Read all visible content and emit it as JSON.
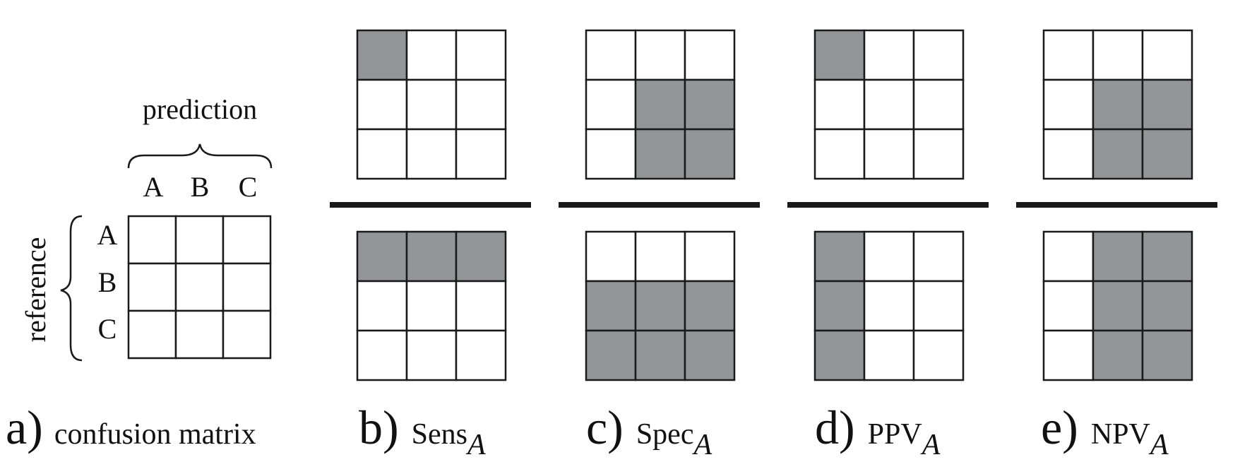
{
  "matrix": {
    "prediction_label": "prediction",
    "reference_label": "reference",
    "classes": [
      "A",
      "B",
      "C"
    ]
  },
  "panels": [
    {
      "letter": "a)",
      "name": "confusion matrix",
      "sub": ""
    },
    {
      "letter": "b)",
      "name": "Sens",
      "sub": "A",
      "numerator": [
        [
          1,
          0,
          0
        ],
        [
          0,
          0,
          0
        ],
        [
          0,
          0,
          0
        ]
      ],
      "denominator": [
        [
          1,
          1,
          1
        ],
        [
          0,
          0,
          0
        ],
        [
          0,
          0,
          0
        ]
      ]
    },
    {
      "letter": "c)",
      "name": "Spec",
      "sub": "A",
      "numerator": [
        [
          0,
          0,
          0
        ],
        [
          0,
          1,
          1
        ],
        [
          0,
          1,
          1
        ]
      ],
      "denominator": [
        [
          0,
          0,
          0
        ],
        [
          1,
          1,
          1
        ],
        [
          1,
          1,
          1
        ]
      ]
    },
    {
      "letter": "d)",
      "name": "PPV",
      "sub": "A",
      "numerator": [
        [
          1,
          0,
          0
        ],
        [
          0,
          0,
          0
        ],
        [
          0,
          0,
          0
        ]
      ],
      "denominator": [
        [
          1,
          0,
          0
        ],
        [
          1,
          0,
          0
        ],
        [
          1,
          0,
          0
        ]
      ]
    },
    {
      "letter": "e)",
      "name": "NPV",
      "sub": "A",
      "numerator": [
        [
          0,
          0,
          0
        ],
        [
          0,
          1,
          1
        ],
        [
          0,
          1,
          1
        ]
      ],
      "denominator": [
        [
          0,
          1,
          1
        ],
        [
          0,
          1,
          1
        ],
        [
          0,
          1,
          1
        ]
      ]
    }
  ],
  "colors": {
    "shaded": "#939598",
    "empty": "#ffffff",
    "line": "#1a1a1a"
  }
}
